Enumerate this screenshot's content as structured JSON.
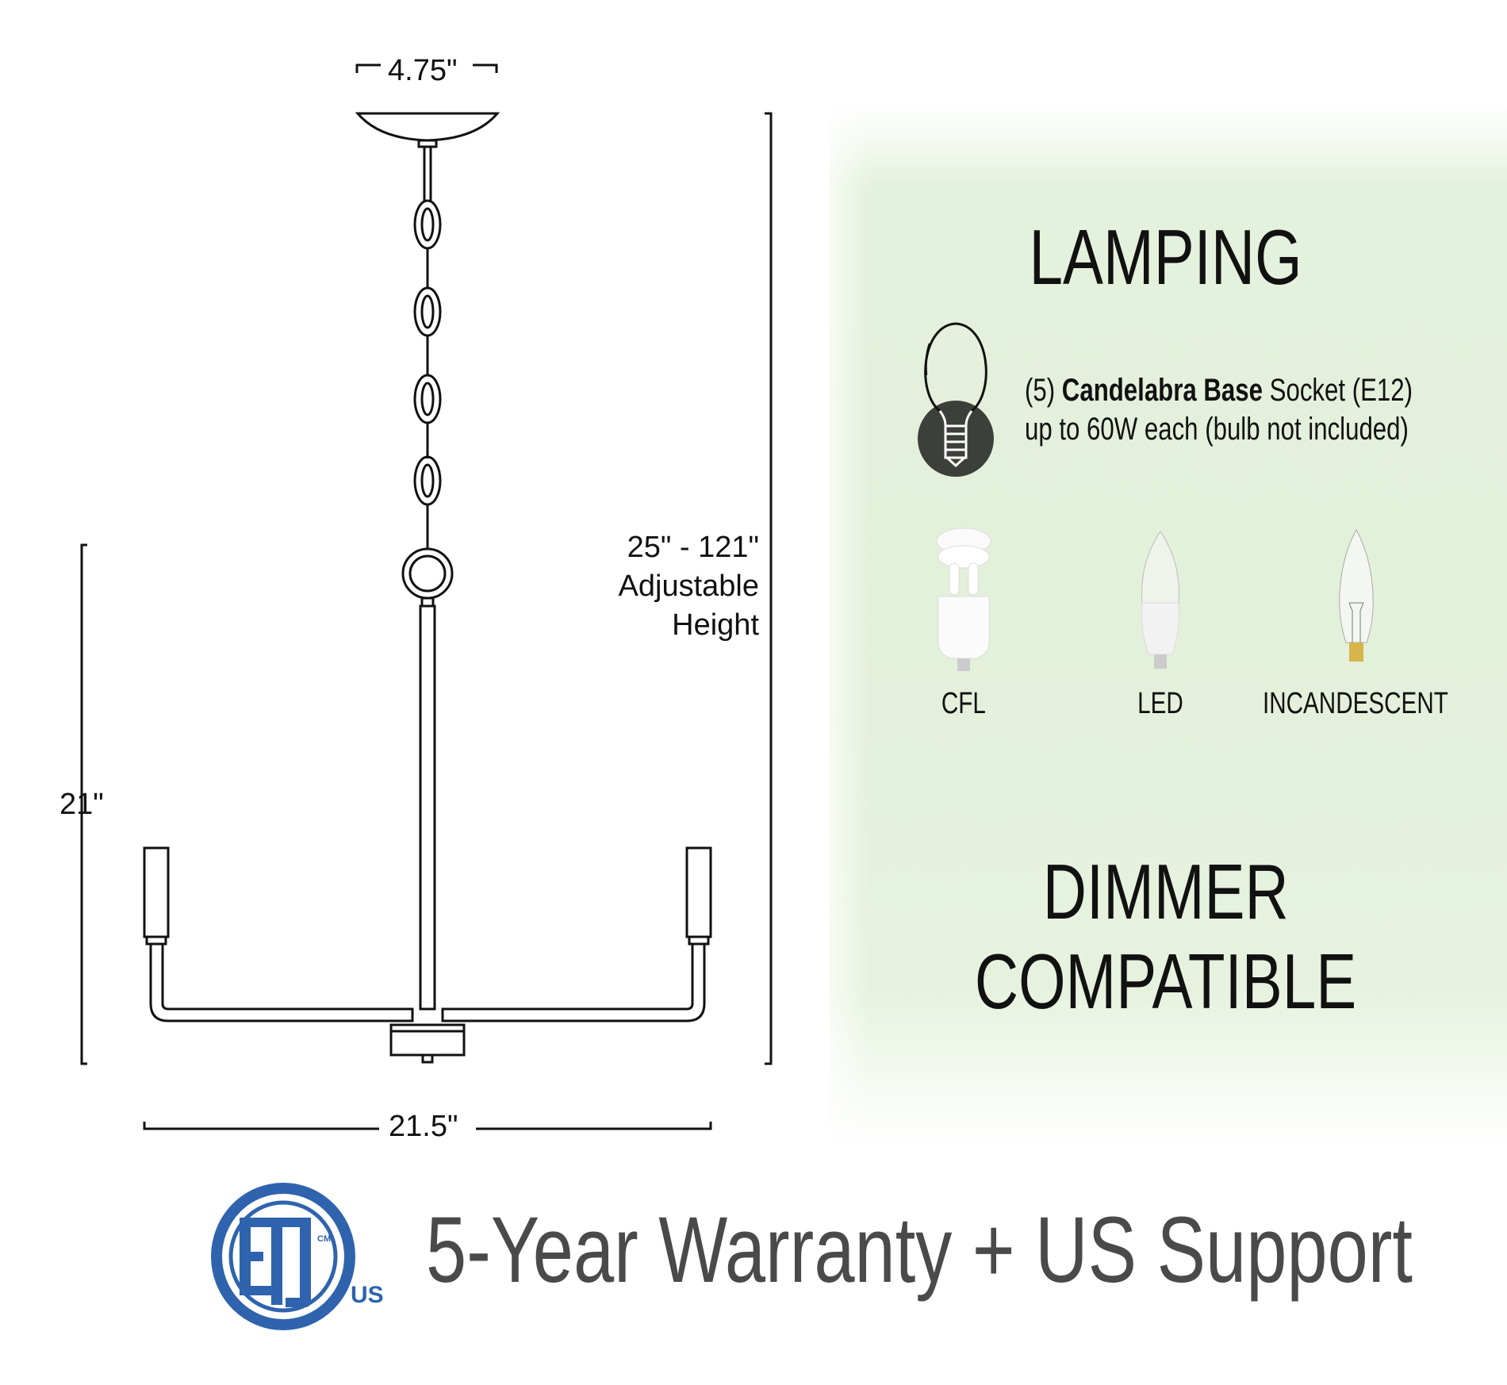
{
  "dimensions": {
    "canopy_width": "4.75\"",
    "height_range": "25\" - 121\"",
    "height_label_1": "Adjustable",
    "height_label_2": "Height",
    "body_height": "21\"",
    "body_width": "21.5\""
  },
  "lamping": {
    "title": "LAMPING",
    "socket_count": "(5)",
    "socket_type": "Candelabra Base",
    "socket_suffix": "Socket (E12)",
    "wattage_line": "up to 60W each (bulb not included)",
    "bulb_types": [
      "CFL",
      "LED",
      "INCANDESCENT"
    ]
  },
  "dimmer": {
    "line1": "DIMMER",
    "line2": "COMPATIBLE"
  },
  "footer": {
    "certification_logo": "ETL CM US",
    "warranty_text": "5-Year Warranty + US Support"
  },
  "colors": {
    "panel_green": "#e3f0da",
    "etl_blue": "#2f63ad",
    "warranty_text": "#4a4a4a",
    "socket_icon": "#3c3f3a"
  }
}
